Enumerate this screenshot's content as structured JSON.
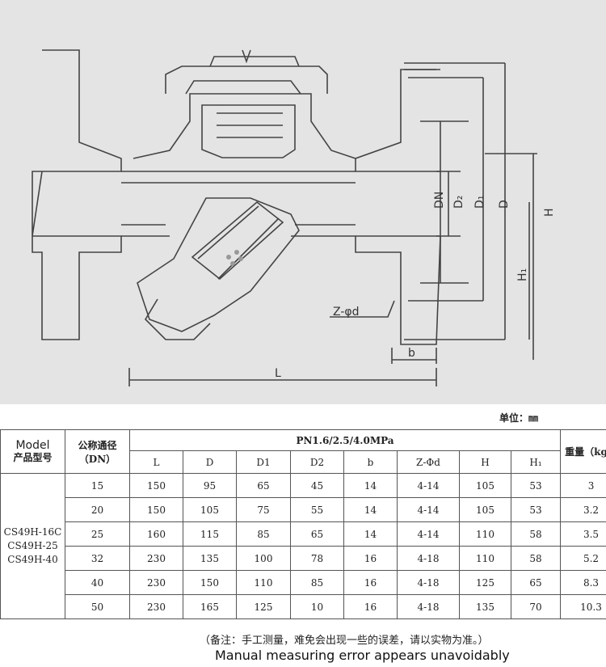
{
  "drawing": {
    "labels": {
      "dn": "DN",
      "d2": "D₂",
      "d1": "D₁",
      "d": "D",
      "h": "H",
      "h1": "H₁",
      "z_phi_d": "Z-φd",
      "b": "b",
      "l": "L"
    }
  },
  "unit_label": "单位：㎜",
  "table": {
    "model_header_en": "Model",
    "model_header_zh": "产品型号",
    "dn_header_zh": "公称通径",
    "dn_header_unit": "（DN）",
    "pressure_header": "PN1.6/2.5/4.0MPa",
    "weight_header": "重量（kg）",
    "columns": [
      "L",
      "D",
      "D1",
      "D2",
      "b",
      "Z-Φd",
      "H",
      "H₁"
    ],
    "models": [
      "CS49H-16C",
      "CS49H-25",
      "CS49H-40"
    ],
    "rows": [
      {
        "dn": "15",
        "L": "150",
        "D": "95",
        "D1": "65",
        "D2": "45",
        "b": "14",
        "Zd": "4-14",
        "H": "105",
        "H1": "53",
        "w": "3"
      },
      {
        "dn": "20",
        "L": "150",
        "D": "105",
        "D1": "75",
        "D2": "55",
        "b": "14",
        "Zd": "4-14",
        "H": "105",
        "H1": "53",
        "w": "3.2"
      },
      {
        "dn": "25",
        "L": "160",
        "D": "115",
        "D1": "85",
        "D2": "65",
        "b": "14",
        "Zd": "4-14",
        "H": "110",
        "H1": "58",
        "w": "3.5"
      },
      {
        "dn": "32",
        "L": "230",
        "D": "135",
        "D1": "100",
        "D2": "78",
        "b": "16",
        "Zd": "4-18",
        "H": "110",
        "H1": "58",
        "w": "5.2"
      },
      {
        "dn": "40",
        "L": "230",
        "D": "150",
        "D1": "110",
        "D2": "85",
        "b": "16",
        "Zd": "4-18",
        "H": "125",
        "H1": "65",
        "w": "8.3"
      },
      {
        "dn": "50",
        "L": "230",
        "D": "165",
        "D1": "125",
        "D2": "10",
        "b": "16",
        "Zd": "4-18",
        "H": "135",
        "H1": "70",
        "w": "10.3"
      }
    ]
  },
  "note_zh": "（备注：手工测量，难免会出现一些的误差，请以实物为准。）",
  "note_en": "Manual measuring error appears unavoidably"
}
